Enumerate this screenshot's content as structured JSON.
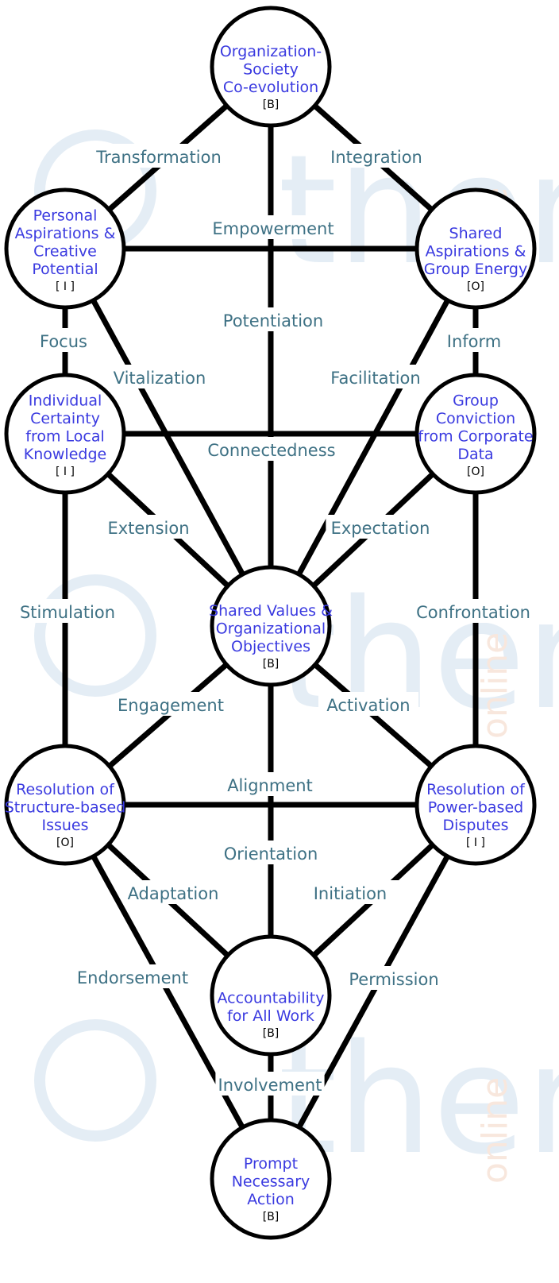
{
  "watermark": {
    "brand": "theme",
    "sub": "online",
    "primary_color": "#e4edf5",
    "secondary_color": "#f8e7dd"
  },
  "colors": {
    "node_text": "#3a3ae0",
    "edge_text": "#3e7184",
    "line": "#000000"
  },
  "nodes": [
    {
      "id": "organization-society",
      "lines": [
        "Organization-",
        "Society",
        "Co-evolution"
      ],
      "tag": "[B]"
    },
    {
      "id": "personal-aspirations",
      "lines": [
        "Personal",
        "Aspirations &",
        "Creative",
        "Potential"
      ],
      "tag": "[ I ]"
    },
    {
      "id": "shared-aspirations",
      "lines": [
        "Shared",
        "Aspirations &",
        "Group Energy"
      ],
      "tag": "[O]"
    },
    {
      "id": "individual-certainty",
      "lines": [
        "Individual",
        "Certainty",
        "from Local",
        "Knowledge"
      ],
      "tag": "[ I ]"
    },
    {
      "id": "group-conviction",
      "lines": [
        "Group",
        "Conviction",
        "from Corporate",
        "Data"
      ],
      "tag": "[O]"
    },
    {
      "id": "shared-values",
      "lines": [
        "Shared Values &",
        "Organizational",
        "Objectives"
      ],
      "tag": "[B]"
    },
    {
      "id": "structure-issues",
      "lines": [
        "Resolution of",
        "Structure-based",
        "Issues"
      ],
      "tag": "[O]"
    },
    {
      "id": "power-disputes",
      "lines": [
        "Resolution of",
        "Power-based",
        "Disputes"
      ],
      "tag": "[ I ]"
    },
    {
      "id": "accountability",
      "lines": [
        "Accountability",
        "for All Work"
      ],
      "tag": "[B]"
    },
    {
      "id": "prompt-action",
      "lines": [
        "Prompt",
        "Necessary",
        "Action"
      ],
      "tag": "[B]"
    }
  ],
  "edges": [
    {
      "from": "organization-society",
      "to": "personal-aspirations",
      "label": "Transformation"
    },
    {
      "from": "organization-society",
      "to": "shared-aspirations",
      "label": "Integration"
    },
    {
      "from": "organization-society",
      "to": "shared-values",
      "label": "Potentiation"
    },
    {
      "from": "personal-aspirations",
      "to": "shared-aspirations",
      "label": "Empowerment"
    },
    {
      "from": "personal-aspirations",
      "to": "individual-certainty",
      "label": "Focus"
    },
    {
      "from": "personal-aspirations",
      "to": "shared-values",
      "label": "Vitalization"
    },
    {
      "from": "shared-aspirations",
      "to": "group-conviction",
      "label": "Inform"
    },
    {
      "from": "shared-aspirations",
      "to": "shared-values",
      "label": "Facilitation"
    },
    {
      "from": "individual-certainty",
      "to": "group-conviction",
      "label": "Connectedness"
    },
    {
      "from": "individual-certainty",
      "to": "shared-values",
      "label": "Extension"
    },
    {
      "from": "group-conviction",
      "to": "shared-values",
      "label": "Expectation"
    },
    {
      "from": "individual-certainty",
      "to": "structure-issues",
      "label": "Stimulation"
    },
    {
      "from": "group-conviction",
      "to": "power-disputes",
      "label": "Confrontation"
    },
    {
      "from": "shared-values",
      "to": "structure-issues",
      "label": "Engagement"
    },
    {
      "from": "shared-values",
      "to": "power-disputes",
      "label": "Activation"
    },
    {
      "from": "shared-values",
      "to": "accountability",
      "label": "Orientation"
    },
    {
      "from": "structure-issues",
      "to": "power-disputes",
      "label": "Alignment"
    },
    {
      "from": "structure-issues",
      "to": "accountability",
      "label": "Adaptation"
    },
    {
      "from": "power-disputes",
      "to": "accountability",
      "label": "Initiation"
    },
    {
      "from": "structure-issues",
      "to": "prompt-action",
      "label": "Endorsement"
    },
    {
      "from": "power-disputes",
      "to": "prompt-action",
      "label": "Permission"
    },
    {
      "from": "accountability",
      "to": "prompt-action",
      "label": "Involvement"
    }
  ]
}
